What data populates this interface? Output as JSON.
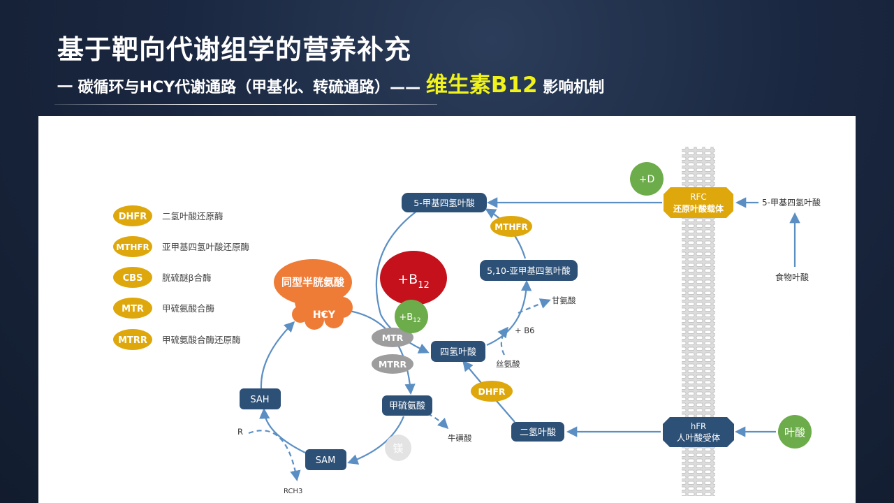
{
  "title": "基于靶向代谢组学的营养补充",
  "subtitle": {
    "prefix": "一 碳循环与HCY代谢通路（甲基化、转硫通路）——",
    "highlight": "维生素B12",
    "suffix": "影响机制"
  },
  "legend": [
    {
      "abbr": "DHFR",
      "desc": "二氢叶酸还原酶"
    },
    {
      "abbr": "MTHFR",
      "desc": "亚甲基四氢叶酸还原酶"
    },
    {
      "abbr": "CBS",
      "desc": "胱硫醚β合酶"
    },
    {
      "abbr": "MTR",
      "desc": "甲硫氨酸合酶"
    },
    {
      "abbr": "MTRR",
      "desc": "甲硫氨酸合酶还原酶"
    }
  ],
  "nodes": {
    "methyl_thf": "5-甲基四氢叶酸",
    "methylene_thf": "5,10-亚甲基四氢叶酸",
    "thf": "四氢叶酸",
    "dhf": "二氢叶酸",
    "methionine": "甲硫氨酸",
    "sah": "SAH",
    "sam": "SAM",
    "hcy": "HCY",
    "hcy_cn": "同型半胱氨酸",
    "rfc": "RFC",
    "rfc_cn": "还原叶酸载体",
    "hfr": "hFR",
    "hfr_cn": "人叶酸受体"
  },
  "enzymes": {
    "mthfr": "MTHFR",
    "mtr": "MTR",
    "mtrr": "MTRR",
    "dhfr": "DHFR"
  },
  "badges": {
    "b12_big_prefix": "+B",
    "b12_big_sub": "12",
    "b12_small_prefix": "+B",
    "b12_small_sub": "12",
    "vit_d": "+D",
    "folate": "叶酸",
    "magnesium": "镁"
  },
  "labels": {
    "glycine": "甘氨酸",
    "b6": "+ B6",
    "serine": "丝氨酸",
    "taurine": "牛磺酸",
    "r": "R",
    "rch3": "RCH3",
    "ext_methyl_thf": "5-甲基四氢叶酸",
    "food_folate": "食物叶酸"
  },
  "colors": {
    "node_fill": "#2d5077",
    "enzyme_fill": "#dea70b",
    "gray_enzyme": "#9d9d9d",
    "arrow": "#5b8fc4",
    "b12_red": "#c4111c",
    "green": "#6dac4a",
    "hcy_orange": "#ee7b36",
    "title_highlight": "#f0f21a"
  }
}
